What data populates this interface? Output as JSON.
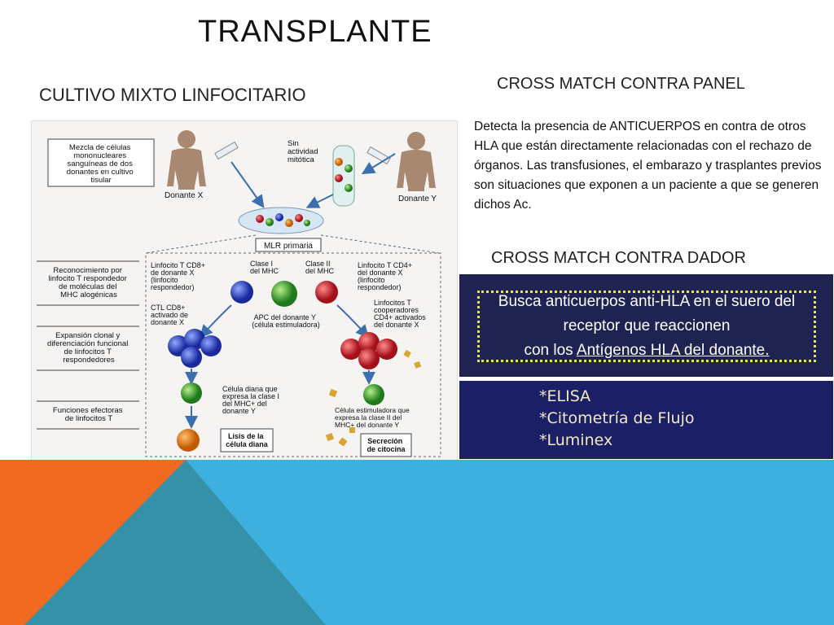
{
  "slide": {
    "title": "TRANSPLANTE",
    "left_heading": "CULTIVO MIXTO LINFOCITARIO",
    "right_heading_1": "CROSS MATCH CONTRA PANEL",
    "paragraph": " Detecta la presencia de ANTICUERPOS en contra de otros HLA que están directamente relacionadas con el rechazo de órganos. Las transfusiones, el embarazo y trasplantes previos son situaciones que exponen a un paciente a que se generen dichos Ac.",
    "right_heading_2": "CROSS MATCH CONTRA  DADOR"
  },
  "diagram": {
    "box_mezcla": [
      "Mezcla de células",
      "mononucleares",
      "sanguíneas de dos",
      "donantes en cultivo",
      "tisular"
    ],
    "donante_x": "Donante X",
    "donante_y": "Donante Y",
    "sin_actividad": [
      "Sin",
      "actividad",
      "mitótica"
    ],
    "mlr_primaria": "MLR primaria",
    "clase_i": [
      "Clase I",
      "del MHC"
    ],
    "clase_ii": [
      "Clase II",
      "del MHC"
    ],
    "linfocito_cd8": [
      "Linfocito T CD8+",
      "de donante X",
      "(linfocito",
      "respondedor)"
    ],
    "linfocito_cd4": [
      "Linfocito T CD4+",
      "del donante X",
      "(linfocito",
      "respondedor)"
    ],
    "apc": [
      "APC del donante Y",
      "(célula estimuladora)"
    ],
    "ctl": [
      "CTL CD8+",
      "activado de",
      "donante X"
    ],
    "cooperadores": [
      "Linfocitos T",
      "cooperadores",
      "CD4+ activados",
      "del donante X"
    ],
    "celula_diana": [
      "Célula diana que",
      "expresa la clase I",
      "del MHC+ del",
      "donante Y"
    ],
    "celula_estimuladora": [
      "Célula estimuladora que",
      "expresa la clase II del",
      "MHC+ del donante Y"
    ],
    "lisis": [
      "Lisis de la",
      "célula diana"
    ],
    "secrecion": [
      "Secreción",
      "de citocina"
    ],
    "side_1": [
      "Reconocimiento por",
      "linfocito T respondedor",
      "de moléculas del",
      "MHC alogénicas"
    ],
    "side_2": [
      "Expansión clonal y",
      "diferenciación funcional",
      "de linfocitos T",
      "respondedores"
    ],
    "side_3": [
      "Funciones efectoras",
      "de linfocitos T"
    ]
  },
  "panel_1": {
    "line_1": "Busca anticuerpos anti-HLA en el suero del receptor que reaccionen",
    "line_2_prefix": "con los ",
    "line_2_underlined": "Antígenos HLA del donante."
  },
  "panel_2": {
    "items": [
      "*ELISA",
      "*Citometría de Flujo",
      "*Luminex"
    ]
  },
  "colors": {
    "orange": "#f26a21",
    "teal": "#3591a8",
    "blue": "#3db0e0",
    "panel_navy": "#1e2352",
    "panel_text": "#f2e9c5"
  }
}
